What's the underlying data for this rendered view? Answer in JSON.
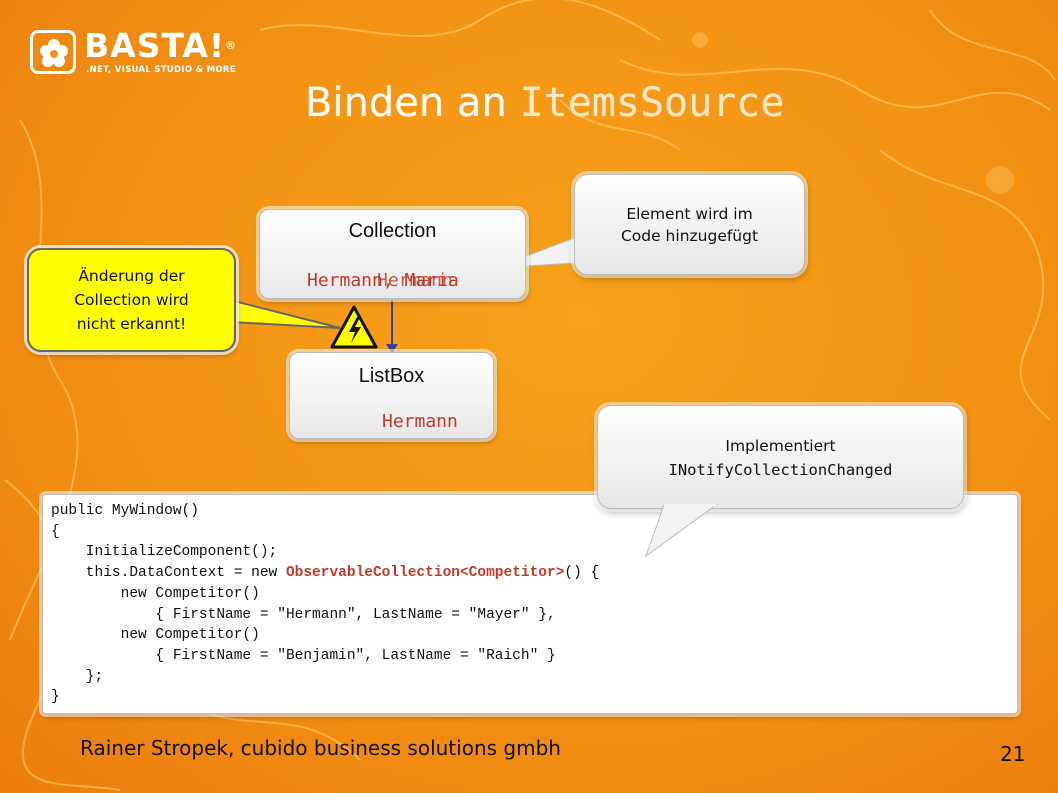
{
  "logo": {
    "name": "BASTA!",
    "registered": "®",
    "tagline": ".NET, VISUAL STUDIO & MORE"
  },
  "title": {
    "prefix": "Binden an",
    "code": "ItemsSource"
  },
  "collection_box": {
    "title": "Collection",
    "value_a": "Hermann, Maria",
    "value_b": "Hermann"
  },
  "listbox": {
    "title": "ListBox",
    "value": "Hermann"
  },
  "callouts": {
    "added": {
      "line1": "Element wird im",
      "line2": "Code hinzugefügt"
    },
    "not_detected": {
      "line1": "Änderung der",
      "line2": "Collection wird",
      "line3": "nicht erkannt!"
    },
    "implements": {
      "line1": "Implementiert",
      "line2": "INotifyCollectionChanged"
    }
  },
  "code": {
    "l1": "public MyWindow()",
    "l2": "{",
    "l3_pre": "    InitializeComponent();",
    "l4_pre": "    this.DataContext = new ",
    "l4_kw": "ObservableCollection<Competitor>",
    "l4_post": "() {",
    "l5": "        new Competitor()",
    "l6": "            { FirstName = \"Hermann\", LastName = \"Mayer\" },",
    "l7": "        new Competitor()",
    "l8": "            { FirstName = \"Benjamin\", LastName = \"Raich\" }",
    "l9": "    };",
    "l10": "}"
  },
  "footer": {
    "author": "Rainer Stropek, cubido business solutions gmbh",
    "page": "21"
  },
  "colors": {
    "background": "#f39514",
    "code_keyword": "#c0392b",
    "warning_yellow": "#ffff00"
  }
}
